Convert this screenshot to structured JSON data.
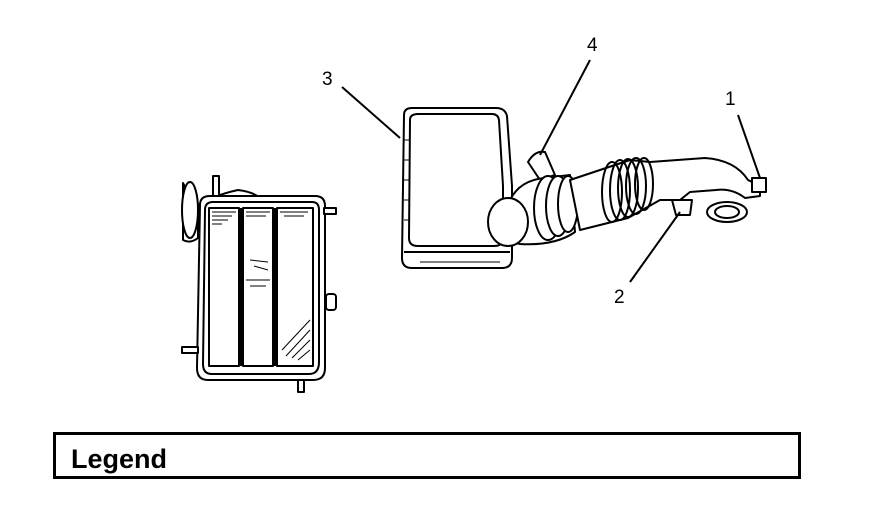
{
  "callouts": {
    "c1": "1",
    "c2": "2",
    "c3": "3",
    "c4": "4"
  },
  "legend": {
    "title": "Legend"
  },
  "colors": {
    "line": "#000000",
    "background": "#ffffff"
  }
}
